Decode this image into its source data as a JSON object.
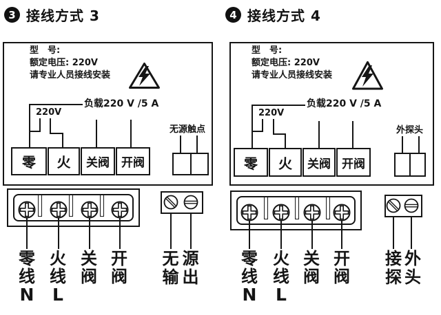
{
  "colors": {
    "ink": "#151515",
    "bg": "#ffffff"
  },
  "titles": {
    "left": {
      "badge": "3",
      "text": "接线方式 3"
    },
    "right": {
      "badge": "4",
      "text": "接线方式 4"
    }
  },
  "panel": {
    "model_label": "型　号:",
    "rated_voltage": "额定电压: 220V",
    "install_warning": "请专业人员接线安装",
    "load_rating": "负载220 V /5 A",
    "supply_voltage": "220V",
    "terminals": [
      "零",
      "火",
      "关阀",
      "开阀"
    ]
  },
  "aux": {
    "left": {
      "title": "无源触点",
      "grid": [
        [
          "无",
          "源"
        ],
        [
          "输",
          "出"
        ]
      ]
    },
    "right": {
      "title": "外探头",
      "grid": [
        [
          "接",
          "外"
        ],
        [
          "探",
          "头"
        ]
      ]
    }
  },
  "wire_labels": {
    "cols": [
      [
        "零",
        "线",
        "N"
      ],
      [
        "火",
        "线",
        "L"
      ],
      [
        "关",
        "阀"
      ],
      [
        "开",
        "阀"
      ]
    ]
  }
}
